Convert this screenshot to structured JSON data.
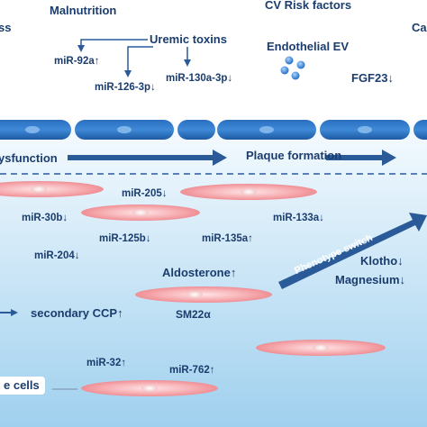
{
  "top_factors": {
    "stress_partial": "ss",
    "malnutrition": "Malnutrition",
    "cv_risk": "CV Risk factors",
    "ca_partial": "Ca",
    "uremic_toxins": "Uremic toxins",
    "endothelial_ev": "Endothelial EV",
    "fgf23": "FGF23↓"
  },
  "mirnas_top": {
    "mir92a": "miR-92a↑",
    "mir126": "miR-126-3p↓",
    "mir130a": "miR-130a-3p↓"
  },
  "flow": {
    "dysfunction": "ysfunction",
    "plaque": "Plaque formation"
  },
  "vsmc_labels": {
    "mir205": "miR-205↓",
    "mir30b": "miR-30b↓",
    "mir125b": "miR-125b↓",
    "mir135a": "miR-135a↑",
    "mir133a": "miR-133a↓",
    "mir204": "miR-204↓",
    "aldosterone": "Aldosterone↑",
    "sm22a": "SM22α",
    "klotho": "Klotho↓",
    "magnesium": "Magnesium↓",
    "secondary_ccp": "secondary CCP↑",
    "phenotype_switch": "Phenotype switch",
    "mir32": "miR-32↑",
    "mir762": "miR-762↑",
    "cells_partial": "e cells"
  },
  "colors": {
    "navy": "#1b3d6e",
    "arrow_blue": "#2a5a98",
    "endothelium": "#2f78c8",
    "cell_pink": "#f4a4a8",
    "background_top": "#ffffff",
    "background_bottom": "#9fd0ee"
  }
}
